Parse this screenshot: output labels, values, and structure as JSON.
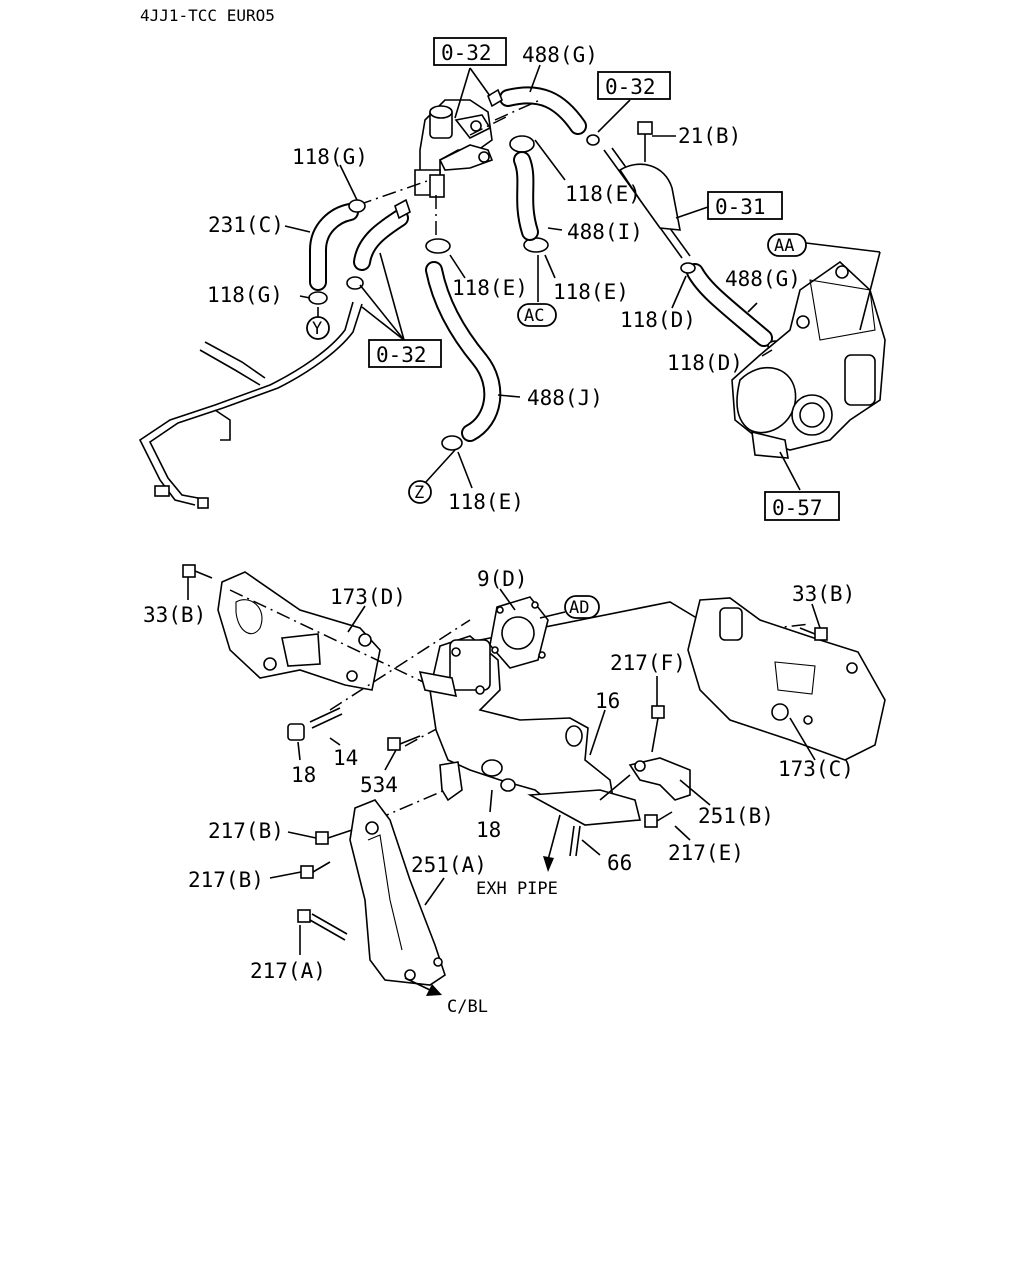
{
  "header": {
    "model": "4JJ1-TCC EURO5"
  },
  "refs": {
    "r1": "0-32",
    "r2": "0-32",
    "r3": "0-32",
    "r4": "0-31",
    "r5": "0-57"
  },
  "circles": {
    "aa": "AA",
    "ac": "AC",
    "y": "Y",
    "z": "Z",
    "ad": "AD"
  },
  "labels": {
    "l488g_a": "488(G)",
    "l21b": "21(B)",
    "l118g_a": "118(G)",
    "l118e_a": "118(E)",
    "l231c": "231(C)",
    "l488i": "488(I)",
    "l118g_b": "118(G)",
    "l118e_b": "118(E)",
    "l118e_c": "118(E)",
    "l488g_b": "488(G)",
    "l118d_a": "118(D)",
    "l118d_b": "118(D)",
    "l488j": "488(J)",
    "l118e_d": "118(E)",
    "l33b_a": "33(B)",
    "l173d": "173(D)",
    "l9d": "9(D)",
    "l33b_b": "33(B)",
    "l217f": "217(F)",
    "l16": "16",
    "l14": "14",
    "l18_a": "18",
    "l534": "534",
    "l173c": "173(C)",
    "l251b": "251(B)",
    "l217b_a": "217(B)",
    "l18_b": "18",
    "l217e": "217(E)",
    "l217b_b": "217(B)",
    "l66": "66",
    "l251a": "251(A)",
    "lexh": "EXH PIPE",
    "l217a": "217(A)",
    "lcbl": "C/BL"
  }
}
